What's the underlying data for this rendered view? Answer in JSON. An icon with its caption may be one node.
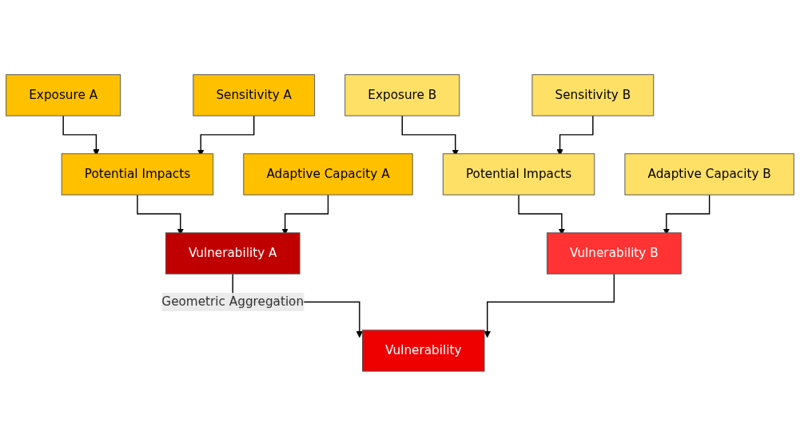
{
  "diagram": {
    "nodes": [
      {
        "text": [
          "Exposure A"
        ]
      },
      {
        "text": [
          "Sensitivity A"
        ]
      },
      {
        "text": [
          "Potential Impacts"
        ]
      },
      {
        "text": [
          "Adaptive Capacity A"
        ]
      },
      {
        "text": [
          "Exposure B"
        ]
      },
      {
        "text": [
          "Sensitivity B"
        ]
      },
      {
        "text": [
          "Potential Impacts"
        ]
      },
      {
        "text": [
          "Adaptive Capacity B"
        ]
      },
      {
        "text": [
          "Vulnerability A"
        ]
      },
      {
        "text": [
          "Vulnerability B"
        ]
      },
      {
        "text": [
          "Vulnerability"
        ]
      }
    ],
    "edges": [
      {
        "from": 0,
        "to": 2,
        "arrow": "to"
      },
      {
        "from": 1,
        "to": 2,
        "arrow": "to"
      },
      {
        "from": 2,
        "to": 8,
        "arrow": "to"
      },
      {
        "from": 3,
        "to": 8,
        "arrow": "to"
      },
      {
        "from": 4,
        "to": 6,
        "arrow": "to"
      },
      {
        "from": 5,
        "to": 6,
        "arrow": "to"
      },
      {
        "from": 6,
        "to": 9,
        "arrow": "to"
      },
      {
        "from": 7,
        "to": 9,
        "arrow": "to"
      },
      {
        "from": 8,
        "to": 10,
        "arrow": "to",
        "label": "Geometric Aggregation"
      },
      {
        "from": 9,
        "to": 10,
        "arrow": "to"
      }
    ]
  }
}
